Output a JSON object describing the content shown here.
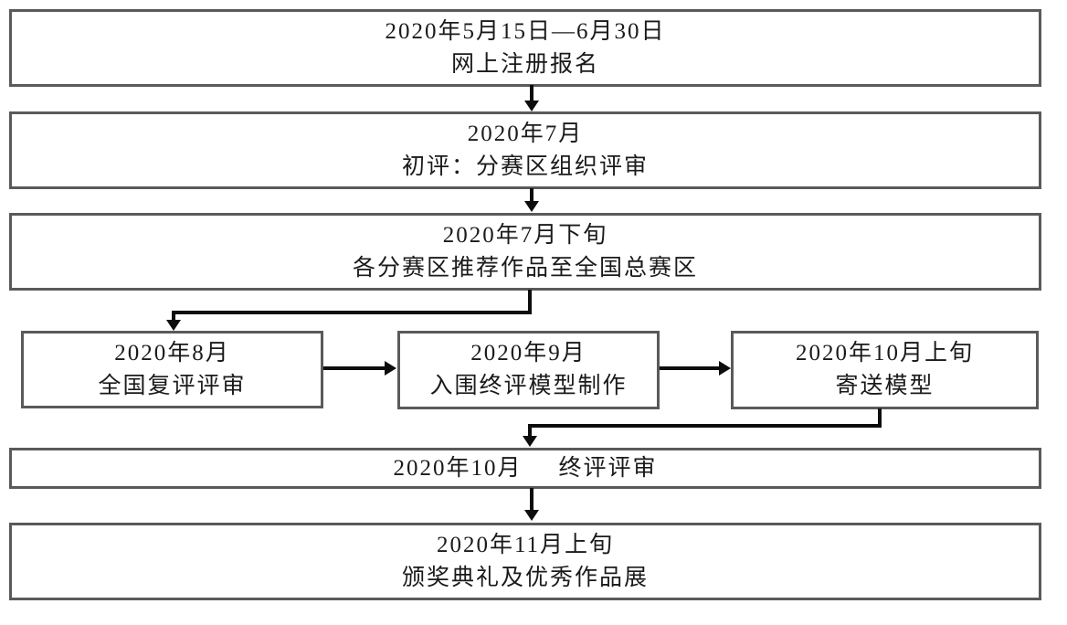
{
  "flowchart": {
    "type": "competition-timeline-flowchart",
    "nodes": [
      {
        "date": "2020年5月15日—6月30日",
        "event": "网上注册报名"
      },
      {
        "date": "2020年7月",
        "event": "初评：分赛区组织评审"
      },
      {
        "date": "2020年7月下旬",
        "event": "各分赛区推荐作品至全国总赛区"
      },
      {
        "date": "2020年8月",
        "event": "全国复评评审"
      },
      {
        "date": "2020年9月",
        "event": "入围终评模型制作"
      },
      {
        "date": "2020年10月上旬",
        "event": "寄送模型"
      },
      {
        "date": "2020年10月",
        "event": "终评评审"
      },
      {
        "date": "2020年11月上旬",
        "event": "颁奖典礼及优秀作品展"
      }
    ],
    "colors": {
      "background": "#ffffff",
      "box_border": "#5a5a5a",
      "arrow": "#0d0d0d",
      "text": "#1a1a1a"
    }
  }
}
